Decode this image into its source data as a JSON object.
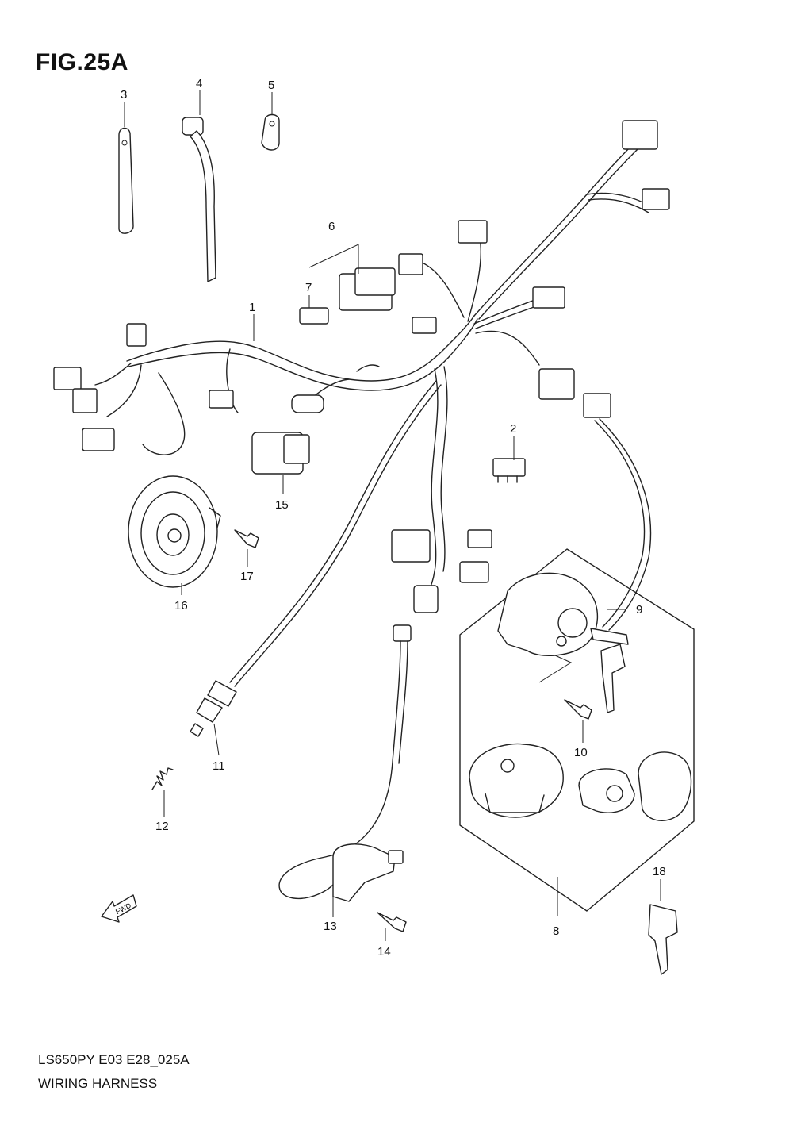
{
  "figure": {
    "title": "FIG.25A",
    "model_code": "LS650PY E03 E28_025A",
    "name": "WIRING HARNESS",
    "fwd_label": "FWD"
  },
  "callouts": [
    "1",
    "2",
    "3",
    "4",
    "5",
    "6",
    "7",
    "8",
    "9",
    "10",
    "11",
    "12",
    "13",
    "14",
    "15",
    "16",
    "17",
    "18"
  ]
}
